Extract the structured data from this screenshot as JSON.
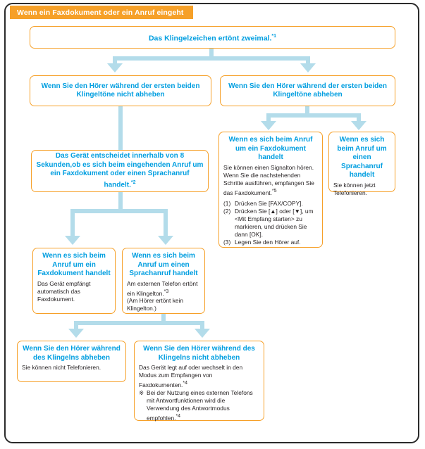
{
  "diagram": {
    "title": "Wenn ein Faxdokument oder ein Anruf eingeht",
    "accent_orange": "#F6A028",
    "heading_blue": "#009EE0",
    "connector_blue": "#B3DCEA",
    "frame_color": "#2B2B2B",
    "body_text_color": "#231F20"
  },
  "nodes": {
    "ring": {
      "heading": "Das Klingelzeichen ertönt zweimal.",
      "footnote": "*1"
    },
    "no_pickup": {
      "heading": "Wenn Sie den Hörer während der ersten beiden Klingeltöne nicht abheben"
    },
    "pickup": {
      "heading": "Wenn Sie den Hörer während der ersten beiden Klingeltöne abheben"
    },
    "decide8s": {
      "heading": "Das Gerät entscheidet innerhalb von 8 Sekunden,ob es sich beim eingehenden Anruf um ein Faxdokument oder einen Sprachanruf handelt.",
      "footnote": "*2"
    },
    "fax_auto": {
      "heading": "Wenn es sich beim Anruf um ein Faxdokument handelt",
      "body": "Das Gerät empfängt automatisch das Faxdokument."
    },
    "voice_ext": {
      "heading": "Wenn es sich beim Anruf um einen Sprachanruf handelt",
      "body_line1": "Am externen Telefon ertönt ein Klingelton.",
      "body_footnote": "*3",
      "body_line2": "(Am Hörer ertönt kein Klingelton.)"
    },
    "fax_manual": {
      "heading": "Wenn es sich beim Anruf um ein Faxdokument handelt",
      "body": "Sie können einen Signalton hören. Wenn Sie die nachstehenden Schritte ausführen, empfangen Sie das Faxdokument.",
      "body_footnote": "*5",
      "steps": [
        {
          "num": "(1)",
          "text": "Drücken Sie [FAX/COPY]."
        },
        {
          "num": "(2)",
          "text": "Drücken Sie [▲] oder [▼], um <Mit Empfang starten> zu markieren, und drücken Sie dann [OK]."
        },
        {
          "num": "(3)",
          "text": "Legen Sie den Hörer auf."
        }
      ]
    },
    "voice_now": {
      "heading": "Wenn es sich beim Anruf um einen Sprachanruf handelt",
      "body": "Sie können jetzt Telefonieren."
    },
    "pickup_ring": {
      "heading": "Wenn Sie den Hörer während des Klingelns abheben",
      "body": "Sie können nicht Telefonieren."
    },
    "no_pickup_ring": {
      "heading": "Wenn Sie den Hörer während des Klingelns nicht abheben",
      "body": "Das Gerät legt auf oder wechselt in den Modus zum Empfangen von Faxdokumenten.",
      "body_footnote": "*4",
      "note_mark": "※",
      "note": "Bei der Nutzung eines externen Telefons mit Antwortfunktionen wird die Verwendung des Antwortmodus empfohlen.",
      "note_footnote": "*4"
    }
  }
}
